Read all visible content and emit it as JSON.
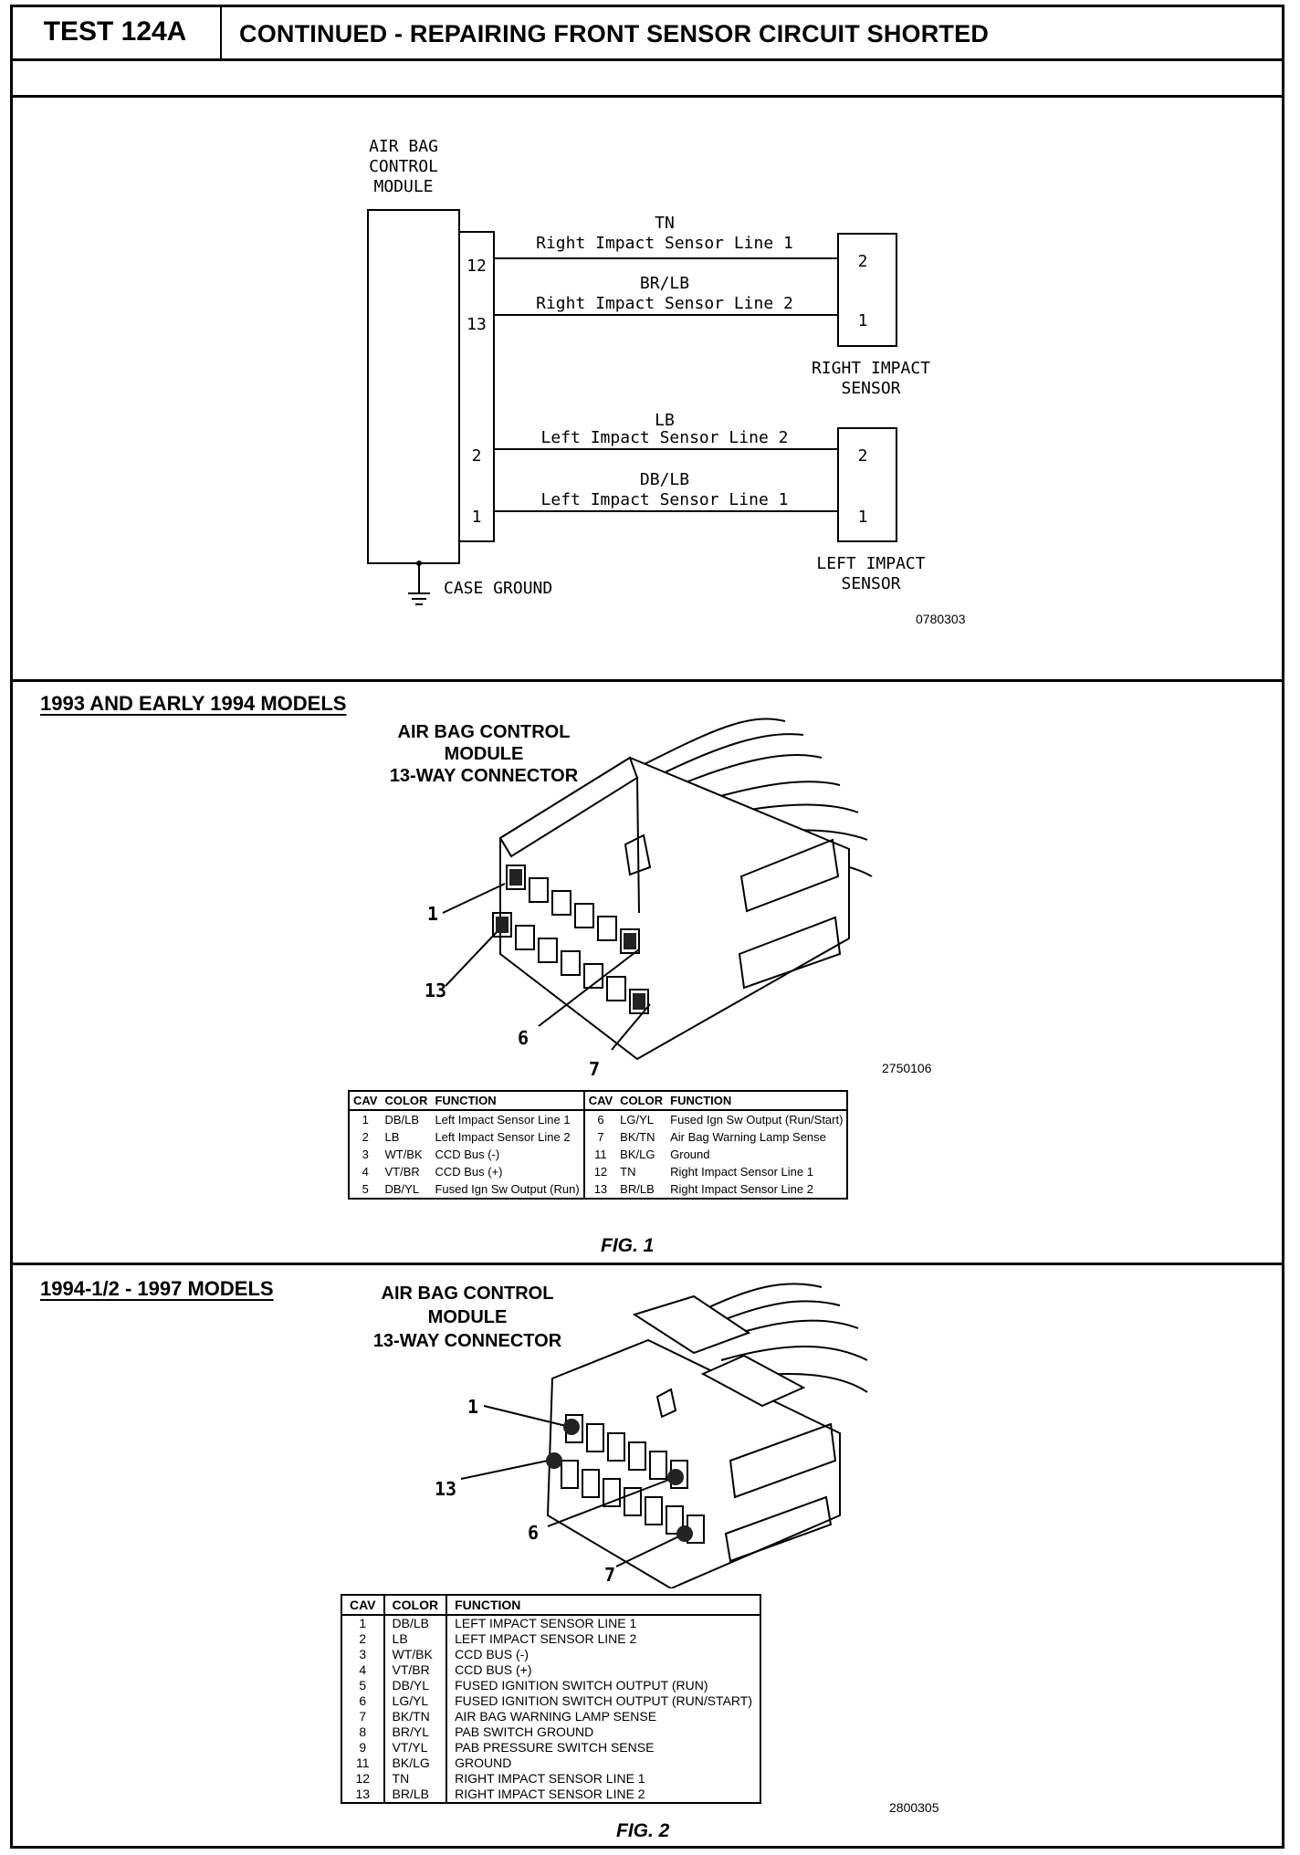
{
  "header": {
    "test_id": "TEST 124A",
    "title": "CONTINUED - REPAIRING FRONT SENSOR CIRCUIT SHORTED"
  },
  "schematic": {
    "module_label": [
      "AIR BAG",
      "CONTROL",
      "MODULE"
    ],
    "pins": [
      "12",
      "13",
      "2",
      "1"
    ],
    "wires": [
      {
        "color": "TN",
        "name": "Right Impact Sensor Line 1"
      },
      {
        "color": "BR/LB",
        "name": "Right Impact Sensor Line 2"
      },
      {
        "color": "LB",
        "name": "Left Impact Sensor Line 2"
      },
      {
        "color": "DB/LB",
        "name": "Left Impact Sensor Line 1"
      }
    ],
    "right_sensor": {
      "pins": [
        "2",
        "1"
      ],
      "label": [
        "RIGHT IMPACT",
        "SENSOR"
      ]
    },
    "left_sensor": {
      "pins": [
        "2",
        "1"
      ],
      "label": [
        "LEFT IMPACT",
        "SENSOR"
      ]
    },
    "ground_label": "CASE GROUND",
    "code": "0780303"
  },
  "fig1": {
    "section_title": "1993 AND EARLY 1994 MODELS",
    "connector_title": [
      "AIR BAG CONTROL",
      "MODULE",
      "13-WAY CONNECTOR"
    ],
    "callouts": [
      "1",
      "13",
      "6",
      "7"
    ],
    "code": "2750106",
    "caption": "FIG. 1",
    "headers": [
      "CAV",
      "COLOR",
      "FUNCTION",
      "CAV",
      "COLOR",
      "FUNCTION"
    ],
    "rows": [
      [
        "1",
        "DB/LB",
        "Left Impact Sensor Line 1",
        "6",
        "LG/YL",
        "Fused Ign Sw Output (Run/Start)"
      ],
      [
        "2",
        "LB",
        "Left Impact Sensor Line 2",
        "7",
        "BK/TN",
        "Air Bag Warning Lamp Sense"
      ],
      [
        "3",
        "WT/BK",
        "CCD Bus (-)",
        "11",
        "BK/LG",
        "Ground"
      ],
      [
        "4",
        "VT/BR",
        "CCD Bus (+)",
        "12",
        "TN",
        "Right Impact Sensor Line 1"
      ],
      [
        "5",
        "DB/YL",
        "Fused Ign Sw Output (Run)",
        "13",
        "BR/LB",
        "Right Impact Sensor Line 2"
      ]
    ]
  },
  "fig2": {
    "section_title": "1994-1/2 - 1997 MODELS",
    "connector_title": [
      "AIR BAG CONTROL",
      "MODULE",
      "13-WAY CONNECTOR"
    ],
    "callouts": [
      "1",
      "13",
      "6",
      "7"
    ],
    "code": "2800305",
    "caption": "FIG. 2",
    "headers": [
      "CAV",
      "COLOR",
      "FUNCTION"
    ],
    "rows": [
      [
        "1",
        "DB/LB",
        "LEFT IMPACT SENSOR LINE 1"
      ],
      [
        "2",
        "LB",
        "LEFT IMPACT SENSOR LINE 2"
      ],
      [
        "3",
        "WT/BK",
        "CCD BUS (-)"
      ],
      [
        "4",
        "VT/BR",
        "CCD BUS (+)"
      ],
      [
        "5",
        "DB/YL",
        "FUSED IGNITION SWITCH OUTPUT (RUN)"
      ],
      [
        "6",
        "LG/YL",
        "FUSED IGNITION SWITCH OUTPUT (RUN/START)"
      ],
      [
        "7",
        "BK/TN",
        "AIR BAG WARNING LAMP SENSE"
      ],
      [
        "8",
        "BR/YL",
        "PAB SWITCH GROUND"
      ],
      [
        "9",
        "VT/YL",
        "PAB PRESSURE SWITCH SENSE"
      ],
      [
        "11",
        "BK/LG",
        "GROUND"
      ],
      [
        "12",
        "TN",
        "RIGHT IMPACT SENSOR LINE 1"
      ],
      [
        "13",
        "BR/LB",
        "RIGHT IMPACT SENSOR LINE 2"
      ]
    ]
  }
}
